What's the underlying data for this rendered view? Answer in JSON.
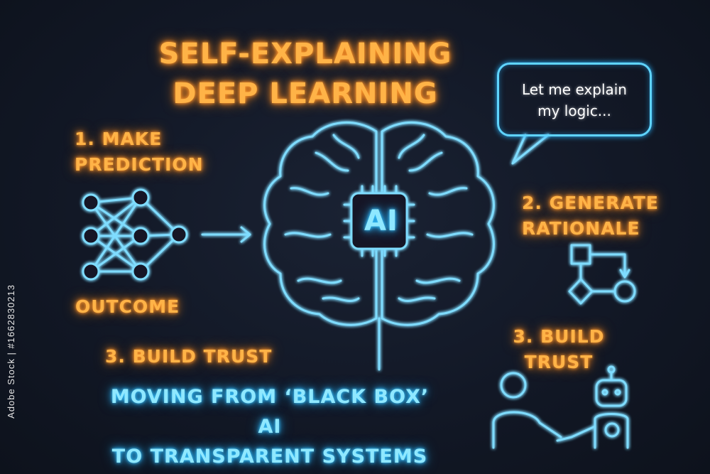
{
  "title": {
    "line1": "SELF-EXPLAINING",
    "line2": "DEEP LEARNING"
  },
  "bubble": {
    "line1": "Let me explain",
    "line2": "my logic..."
  },
  "step1": {
    "line1": "1. MAKE",
    "line2": "PREDICTION",
    "outcome": "OUTCOME"
  },
  "step2": {
    "line1": "2. GENERATE",
    "line2": "RATIONALE"
  },
  "step3_right": {
    "line1": "3. BUILD",
    "line2": "TRUST"
  },
  "step3_left": "3. BUILD TRUST",
  "chip_label": "AI",
  "bottom": {
    "line1": "MOVING FROM ‘BLACK BOX’ AI",
    "line2": "TO TRANSPARENT SYSTEMS"
  },
  "watermark": "Adobe Stock | #1662830213",
  "colors": {
    "orange": "#ffb347",
    "cyan": "#7fdcff",
    "background": "#121826"
  }
}
